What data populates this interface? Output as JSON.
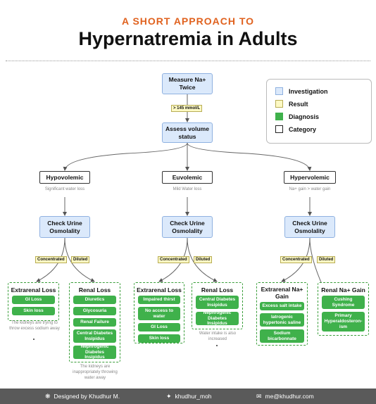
{
  "header": {
    "subtitle": "A SHORT APPROACH TO",
    "title": "Hypernatremia in Adults"
  },
  "legend": {
    "items": [
      {
        "label": "Investigation",
        "color": "#dbe9fb"
      },
      {
        "label": "Result",
        "color": "#fdf9c4"
      },
      {
        "label": "Diagnosis",
        "color": "#3fb14b"
      },
      {
        "label": "Category",
        "color": "#ffffff"
      }
    ]
  },
  "flow": {
    "measure": "Measure Na+\nTwice",
    "result_na": "> 145 mmol/L",
    "assess": "Assess volume\nstatus",
    "hypo": {
      "label": "Hypovolemic",
      "note": "Significant water loss",
      "urine": "Check Urine\nOsmolality",
      "concentrated": "Concentrated",
      "diluted": "Diluted",
      "left_group": {
        "title": "Extrarenal Loss",
        "items": [
          "GI Loss",
          "Skin loss"
        ],
        "note": "The kidneys are trying to\nthrow excess sodium away"
      },
      "right_group": {
        "title": "Renal Loss",
        "items": [
          "Diuretics",
          "Glycosuria",
          "Renal Failure",
          "Central Diabetes\nInsipidus",
          "Nephrogenic\nDiabetes Insipidus"
        ],
        "note": "The kidneys are\ninappropriately throwing\nwater away"
      }
    },
    "euvo": {
      "label": "Euvolemic",
      "note": "Mild Water loss",
      "urine": "Check Urine\nOsmolality",
      "concentrated": "Concentrated",
      "diluted": "Diluted",
      "left_group": {
        "title": "Extrarenal Loss",
        "items": [
          "Impaired thirst",
          "No access to\nwater",
          "GI Loss",
          "Skin loss"
        ]
      },
      "right_group": {
        "title": "Renal Loss",
        "items": [
          "Central Diabetes\nInsipidus",
          "Nephrogenic\nDiabetes Insipidus"
        ],
        "note": "Water intake is also\nincreased"
      }
    },
    "hyper": {
      "label": "Hypervolemic",
      "note": "Na+ gain > water gain",
      "urine": "Check Urine\nOsmolality",
      "concentrated": "Concentrated",
      "diluted": "Diluted",
      "left_group": {
        "title": "Extrarenal Na+\nGain",
        "items": [
          "Excess salt intake",
          "Iatrogenic\nhypertonic saline",
          "Sodium\nbicarbonnate"
        ]
      },
      "right_group": {
        "title": "Renal Na+ Gain",
        "items": [
          "Cushing\nSyndrome",
          "Primary\nHyperaldosteron-\nism"
        ]
      }
    }
  },
  "footer": {
    "designer": "Designed by Khudhur M.",
    "twitter": "khudhur_moh",
    "email": "me@khudhur.com"
  }
}
